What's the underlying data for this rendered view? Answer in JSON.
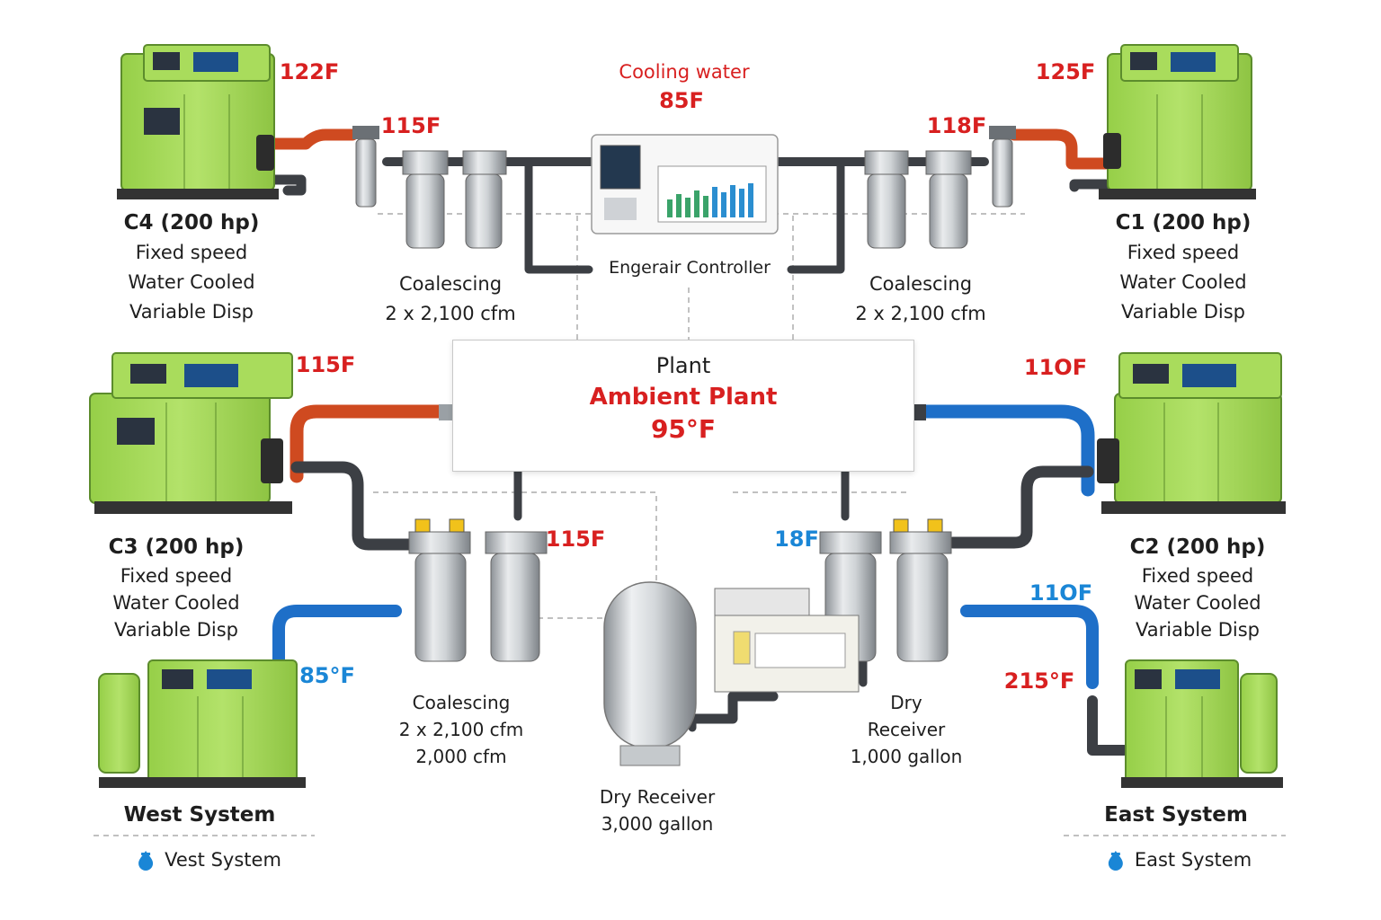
{
  "colors": {
    "hot": "#d82020",
    "cool": "#1a86d6",
    "compressor": "#a8dc5a",
    "pipe_hot": "#cf4a20",
    "pipe_cool": "#1e6fc8",
    "pipe_air": "#3c3f44"
  },
  "header": {
    "cooling_water_label": "Cooling water",
    "cooling_water_temp": "85F"
  },
  "controller": {
    "label": "Engerair Controller"
  },
  "plant": {
    "title": "Plant",
    "subtitle": "Ambient Plant",
    "temp": "95°F"
  },
  "compressors": {
    "c4": {
      "title": "C4 (200 hp)",
      "lines": [
        "Fixed speed",
        "Water Cooled",
        "Variable Disp"
      ],
      "temp": "122F"
    },
    "c1": {
      "title": "C1 (200 hp)",
      "lines": [
        "Fixed speed",
        "Water Cooled",
        "Variable Disp"
      ],
      "temp": "125F"
    },
    "c3": {
      "title": "C3 (200 hp)",
      "lines": [
        "Fixed speed",
        "Water Cooled",
        "Variable Disp"
      ],
      "temp": "115F"
    },
    "c2": {
      "title": "C2 (200 hp)",
      "lines": [
        "Fixed speed",
        "Water Cooled",
        "Variable Disp"
      ],
      "temp": "11OF"
    }
  },
  "filters": {
    "top_left": {
      "lines": [
        "Coalescing",
        "2 x 2,100 cfm"
      ],
      "temp": "115F"
    },
    "top_right": {
      "lines": [
        "Coalescing",
        "2 x 2,100 cfm"
      ],
      "temp": "118F"
    },
    "bottom_left": {
      "lines": [
        "Coalescing",
        "2 x 2,100 cfm",
        "2,000 cfm"
      ],
      "temp": "115F"
    },
    "bottom_right": {
      "temp": "18F"
    }
  },
  "receivers": {
    "main": {
      "lines": [
        "Dry Receiver",
        "3,000 gallon"
      ]
    },
    "secondary": {
      "lines": [
        "Dry",
        "Receiver",
        "1,000 gallon"
      ]
    }
  },
  "temps_misc": {
    "west_water": "85°F",
    "east_water_out": "11OF",
    "east_water_in": "215°F"
  },
  "systems": {
    "west": {
      "title": "West System",
      "sub": "Vest System"
    },
    "east": {
      "title": "East System",
      "sub": "East System"
    }
  }
}
